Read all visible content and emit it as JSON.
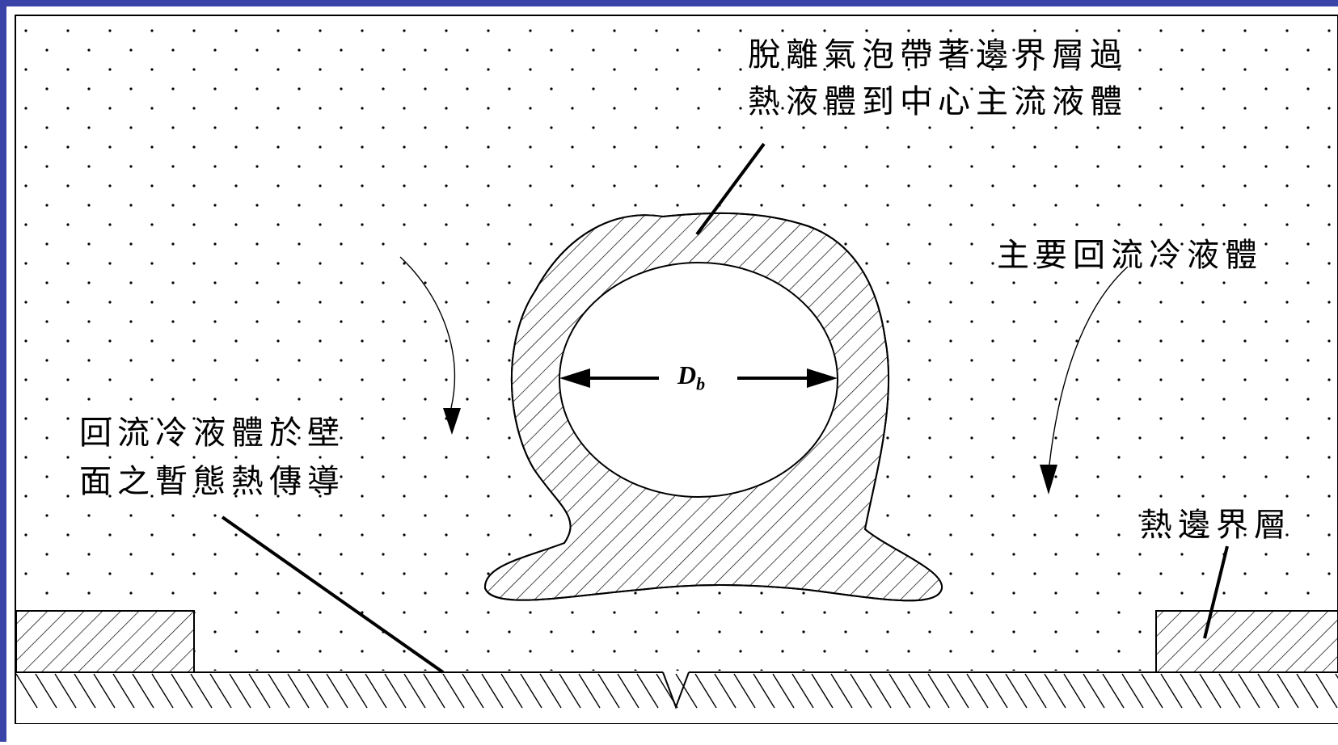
{
  "labels": {
    "detached_bubble_line1": "脫離氣泡帶著邊界層過",
    "detached_bubble_line2": "熱液體到中心主流液體",
    "main_return_cold_liquid": "主要回流冷液體",
    "wall_transient_line1": "回流冷液體於壁",
    "wall_transient_line2": "面之暫態熱傳導",
    "thermal_boundary_layer": "熱邊界層"
  },
  "symbols": {
    "bubble_diameter_main": "D",
    "bubble_diameter_sub": "b"
  },
  "colors": {
    "frame": "#3a43a8",
    "line": "#000000",
    "background": "#ffffff",
    "dots": "#000000"
  }
}
